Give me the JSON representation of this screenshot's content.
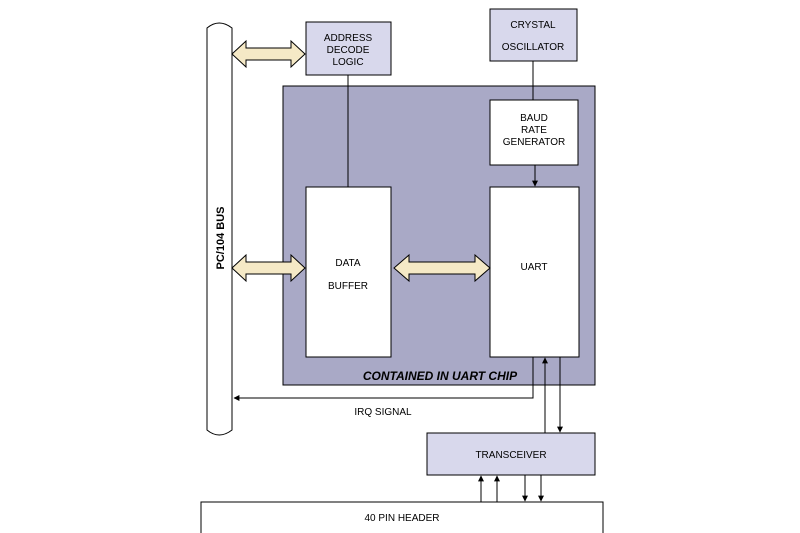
{
  "colors": {
    "chip_fill": "#a9a9c6",
    "box_fill": "#d8d8ec",
    "arrow_fill": "#f5e9c6",
    "line": "#000000"
  },
  "bus": {
    "label": "PC/104 BUS"
  },
  "blocks": {
    "address_decode": {
      "line1": "ADDRESS",
      "line2": "DECODE",
      "line3": "LOGIC"
    },
    "crystal": {
      "line1": "CRYSTAL",
      "line2": "OSCILLATOR"
    },
    "baud": {
      "line1": "BAUD",
      "line2": "RATE",
      "line3": "GENERATOR"
    },
    "data_buffer": {
      "line1": "DATA",
      "line2": "BUFFER"
    },
    "uart": {
      "label": "UART"
    },
    "transceiver": {
      "label": "TRANSCEIVER"
    },
    "header": {
      "label": "40 PIN HEADER"
    }
  },
  "chip": {
    "label": "CONTAINED IN UART CHIP"
  },
  "signals": {
    "irq": "IRQ SIGNAL"
  }
}
